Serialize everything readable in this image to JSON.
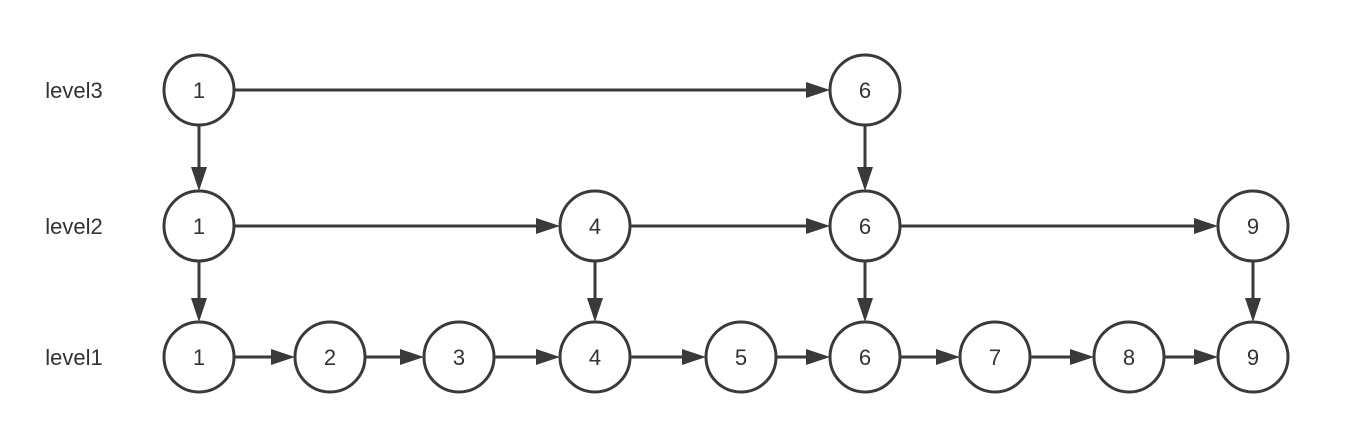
{
  "levels": [
    {
      "label": "level3",
      "nodes": [
        "1",
        "6"
      ]
    },
    {
      "label": "level2",
      "nodes": [
        "1",
        "4",
        "6",
        "9"
      ]
    },
    {
      "label": "level1",
      "nodes": [
        "1",
        "2",
        "3",
        "4",
        "5",
        "6",
        "7",
        "8",
        "9"
      ]
    }
  ],
  "colors": {
    "stroke": "#3a3a3a",
    "text": "#333333",
    "fill": "#ffffff"
  }
}
